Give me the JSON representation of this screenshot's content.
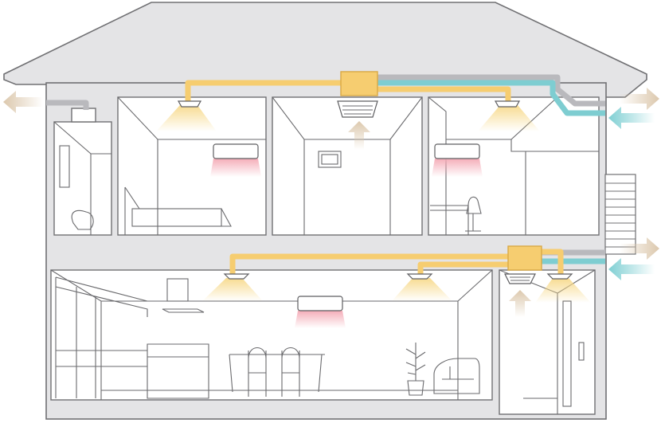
{
  "diagram": {
    "subject": "house-ventilation-cross-section",
    "colors": {
      "background": "#ffffff",
      "house_fill": "#e4e4e6",
      "house_stroke": "#707073",
      "room_fill": "#ffffff",
      "furniture_stroke": "#6a6a6d",
      "supply_duct": "#f6cd70",
      "supply_duct_edge": "#d9a945",
      "return_duct": "#c9c9cc",
      "outdoor_duct": "#7ecdd1",
      "warm_glow": "#f7d98a",
      "cool_glow": "#f4a9b5",
      "exhaust_arrow": "#dcc8ad",
      "intake_arrow": "#7fcfd3"
    },
    "rooms": [
      {
        "id": "upper-toilet"
      },
      {
        "id": "upper-bedroom"
      },
      {
        "id": "upper-hall"
      },
      {
        "id": "upper-study"
      },
      {
        "id": "lower-living-dining-kitchen"
      },
      {
        "id": "lower-entrance"
      }
    ],
    "icons": {
      "exhaust": "exhaust-arrow-icon",
      "intake": "intake-arrow-icon",
      "vent": "ceiling-vent-icon",
      "aircon": "wall-air-conditioner-icon",
      "ventilation_unit": "ventilation-unit-icon"
    }
  }
}
